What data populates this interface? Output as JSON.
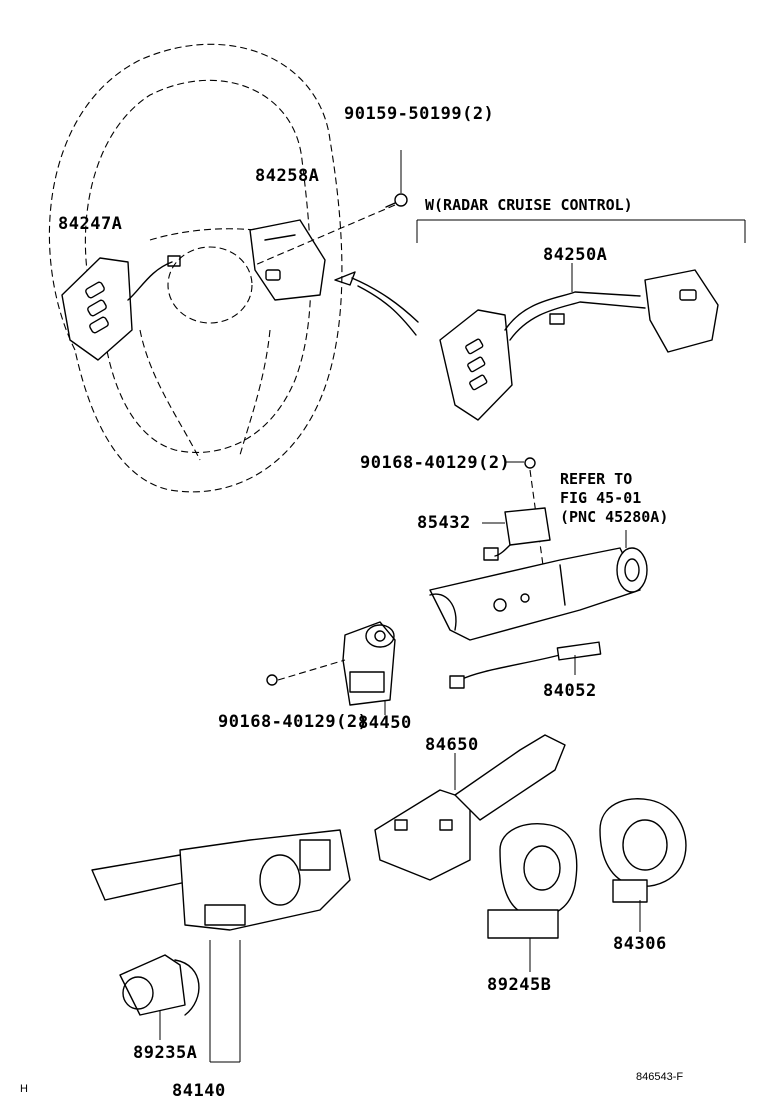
{
  "labels": {
    "p90159": "90159-50199(2)",
    "p84258A": "84258A",
    "p84247A": "84247A",
    "radar": "W(RADAR CRUISE CONTROL)",
    "p84250A": "84250A",
    "p90168a": "90168-40129(2)",
    "refer1": "REFER TO",
    "refer2": "FIG 45-01",
    "refer3": "(PNC 45280A)",
    "p85432": "85432",
    "p84052": "84052",
    "p90168b": "90168-40129(2)",
    "p84450": "84450",
    "p84650": "84650",
    "p84306": "84306",
    "p89245B": "89245B",
    "p89235A": "89235A",
    "p84140": "84140",
    "corner": "H",
    "code": "846543-F"
  }
}
